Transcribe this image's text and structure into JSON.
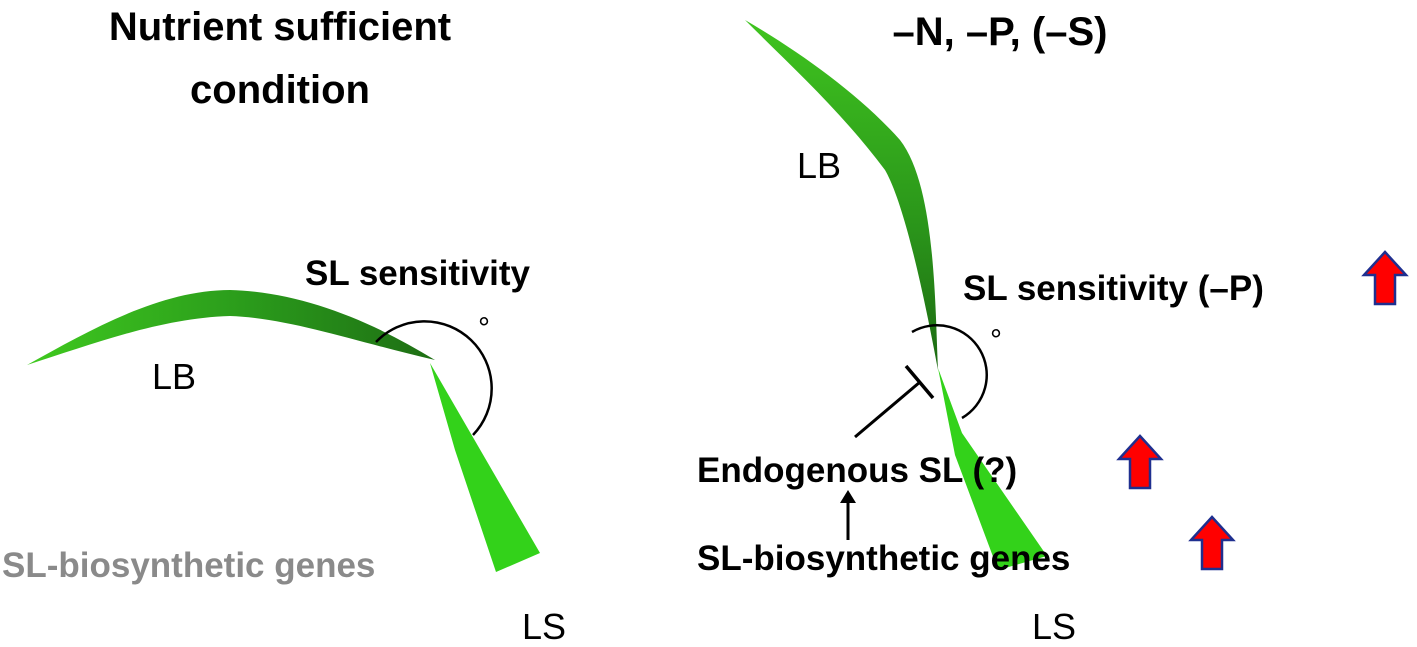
{
  "left_panel": {
    "title_line1": "Nutrient sufficient",
    "title_line2": "condition",
    "sensitivity_label": "SL sensitivity",
    "leaf_blade_label": "LB",
    "leaf_sheath_label": "LS",
    "biosynthetic_label": "SL-biosynthetic genes",
    "degree_symbol": "°",
    "colors": {
      "blade": "#2e9e1e",
      "sheath": "#33d21a",
      "muted_text": "#8a8a8a"
    }
  },
  "right_panel": {
    "title": "–N, –P, (–S)",
    "leaf_blade_label": "LB",
    "leaf_sheath_label": "LS",
    "sensitivity_label": "SL sensitivity (–P)",
    "endogenous_label": "Endogenous SL (?)",
    "biosynthetic_label": "SL-biosynthetic genes",
    "degree_symbol": "°",
    "increase_indicator": "up-arrow-icon",
    "colors": {
      "up_arrow_fill": "#ff0000",
      "up_arrow_outline": "#1f2f8f"
    }
  }
}
